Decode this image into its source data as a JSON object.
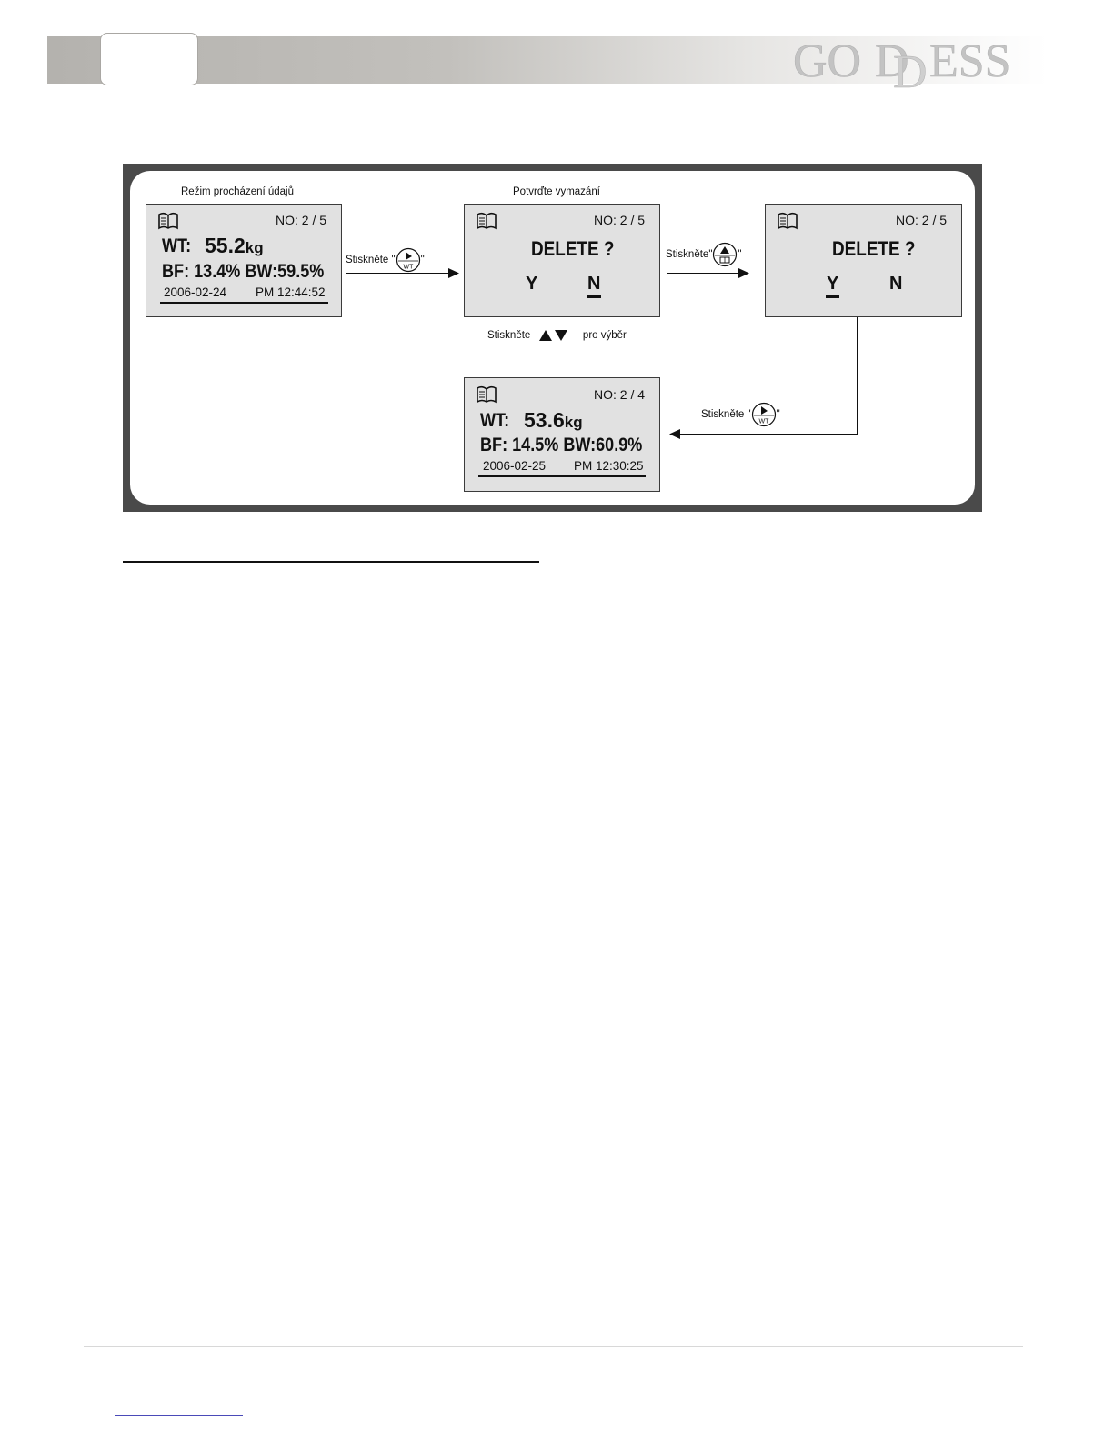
{
  "header": {
    "logo": "GODDESS"
  },
  "diagram": {
    "screen1": {
      "caption": "Režim procházení údajů",
      "no": "NO: 2 /  5",
      "wt_label": "WT:",
      "wt_value": "55.2",
      "wt_unit": "kg",
      "bfbw": "BF: 13.4% BW:59.5%",
      "date": "2006-02-24",
      "time": "PM 12:44:52"
    },
    "step1": {
      "press": "Stiskněte",
      "q_open": "\"",
      "q_close": "\"",
      "button": "WT"
    },
    "screen2": {
      "caption": "Potvrďte vymazání",
      "no": "NO: 2 /  5",
      "question": "DELETE ?",
      "option_y": "Y",
      "option_n": "N",
      "selected": "N"
    },
    "select_hint": {
      "press": "Stiskněte",
      "suffix": "pro výběr"
    },
    "step2": {
      "press": "Stiskněte",
      "q_open": "\"",
      "q_close": "\""
    },
    "screen3": {
      "no": "NO: 2 /  5",
      "question": "DELETE ?",
      "option_y": "Y",
      "option_n": "N",
      "selected": "Y"
    },
    "step3": {
      "press": "Stiskněte",
      "q_open": "\"",
      "q_close": "\"",
      "button": "WT"
    },
    "screen4": {
      "no": "NO: 2 /  4",
      "wt_label": "WT:",
      "wt_value": "53.6",
      "wt_unit": "kg",
      "bfbw": "BF: 14.5% BW:60.9%",
      "date": "2006-02-25",
      "time": "PM 12:30:25"
    }
  }
}
